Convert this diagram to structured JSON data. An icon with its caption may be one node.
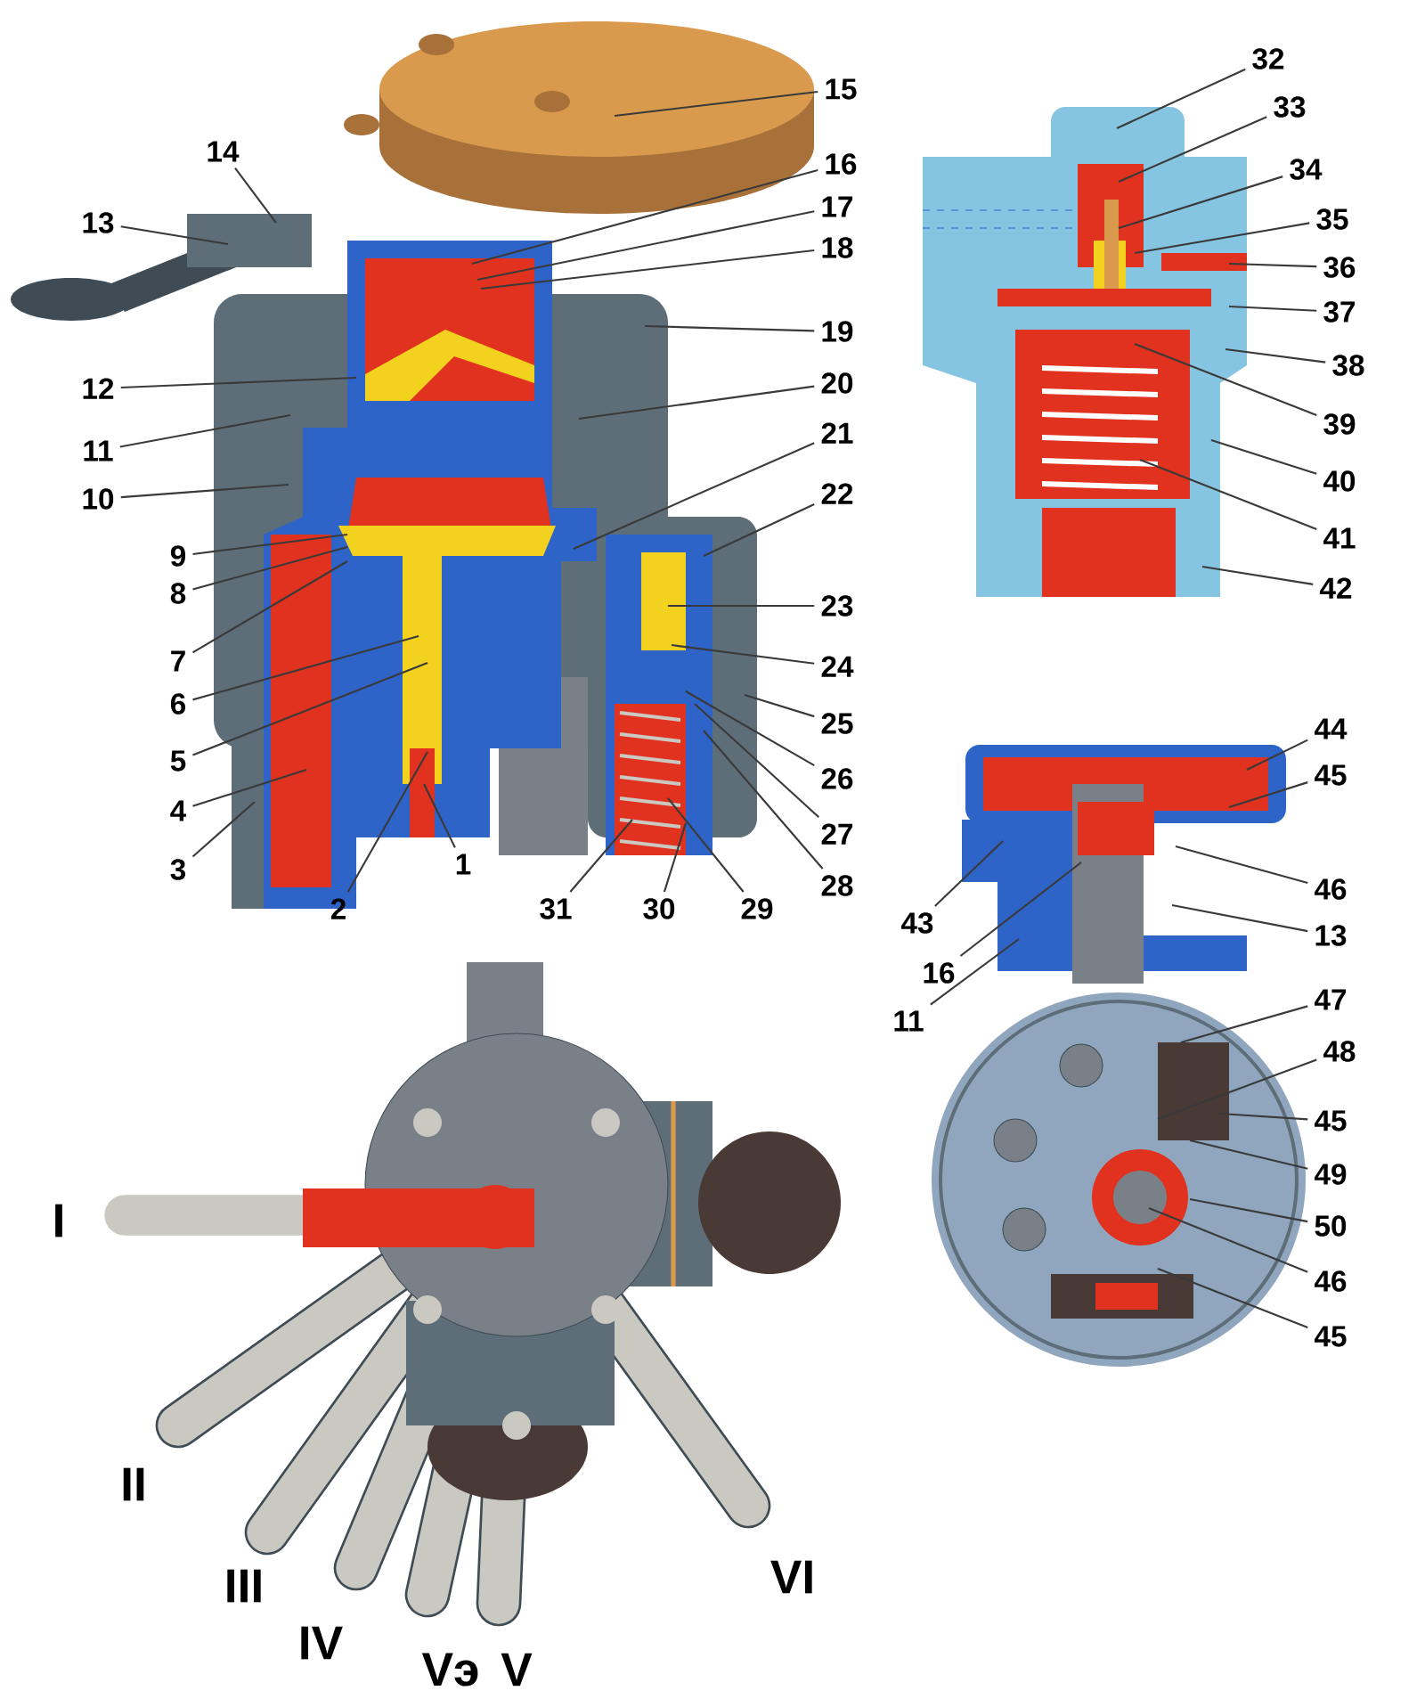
{
  "diagram": {
    "nodes": [
      {
        "text": [
          "15"
        ]
      },
      {
        "text": [
          "14"
        ]
      },
      {
        "text": [
          "16"
        ]
      },
      {
        "text": [
          "13"
        ]
      },
      {
        "text": [
          "17"
        ]
      },
      {
        "text": [
          "18"
        ]
      },
      {
        "text": [
          "19"
        ]
      },
      {
        "text": [
          "12"
        ]
      },
      {
        "text": [
          "20"
        ]
      },
      {
        "text": [
          "11"
        ]
      },
      {
        "text": [
          "21"
        ]
      },
      {
        "text": [
          "10"
        ]
      },
      {
        "text": [
          "22"
        ]
      },
      {
        "text": [
          "9"
        ]
      },
      {
        "text": [
          "8"
        ]
      },
      {
        "text": [
          "23"
        ]
      },
      {
        "text": [
          "7"
        ]
      },
      {
        "text": [
          "24"
        ]
      },
      {
        "text": [
          "6"
        ]
      },
      {
        "text": [
          "25"
        ]
      },
      {
        "text": [
          "5"
        ]
      },
      {
        "text": [
          "26"
        ]
      },
      {
        "text": [
          "4"
        ]
      },
      {
        "text": [
          "27"
        ]
      },
      {
        "text": [
          "3"
        ]
      },
      {
        "text": [
          "28"
        ]
      },
      {
        "text": [
          "1"
        ]
      },
      {
        "text": [
          "2"
        ]
      },
      {
        "text": [
          "31"
        ]
      },
      {
        "text": [
          "30"
        ]
      },
      {
        "text": [
          "29"
        ]
      },
      {
        "text": [
          "32"
        ]
      },
      {
        "text": [
          "33"
        ]
      },
      {
        "text": [
          "34"
        ]
      },
      {
        "text": [
          "35"
        ]
      },
      {
        "text": [
          "36"
        ]
      },
      {
        "text": [
          "37"
        ]
      },
      {
        "text": [
          "38"
        ]
      },
      {
        "text": [
          "39"
        ]
      },
      {
        "text": [
          "40"
        ]
      },
      {
        "text": [
          "41"
        ]
      },
      {
        "text": [
          "42"
        ]
      },
      {
        "text": [
          "44"
        ]
      },
      {
        "text": [
          "45"
        ]
      },
      {
        "text": [
          "46"
        ]
      },
      {
        "text": [
          "43"
        ]
      },
      {
        "text": [
          "13"
        ]
      },
      {
        "text": [
          "16"
        ]
      },
      {
        "text": [
          "11"
        ]
      },
      {
        "text": [
          "47"
        ]
      },
      {
        "text": [
          "48"
        ]
      },
      {
        "text": [
          "45"
        ]
      },
      {
        "text": [
          "49"
        ]
      },
      {
        "text": [
          "50"
        ]
      },
      {
        "text": [
          "46"
        ]
      },
      {
        "text": [
          "45"
        ]
      }
    ],
    "edges": [
      {
        "from": 0,
        "to": null,
        "arrow": "none"
      },
      {
        "from": 1,
        "to": null,
        "arrow": "none"
      },
      {
        "from": 2,
        "to": null,
        "arrow": "none"
      },
      {
        "from": 3,
        "to": null,
        "arrow": "none"
      },
      {
        "from": 4,
        "to": null,
        "arrow": "none"
      },
      {
        "from": 5,
        "to": null,
        "arrow": "none"
      },
      {
        "from": 6,
        "to": null,
        "arrow": "none"
      },
      {
        "from": 7,
        "to": null,
        "arrow": "none"
      },
      {
        "from": 8,
        "to": null,
        "arrow": "none"
      },
      {
        "from": 9,
        "to": null,
        "arrow": "none"
      },
      {
        "from": 10,
        "to": null,
        "arrow": "none"
      },
      {
        "from": 11,
        "to": null,
        "arrow": "none"
      },
      {
        "from": 12,
        "to": null,
        "arrow": "none"
      },
      {
        "from": 13,
        "to": null,
        "arrow": "none"
      },
      {
        "from": 14,
        "to": null,
        "arrow": "none"
      },
      {
        "from": 15,
        "to": null,
        "arrow": "none"
      },
      {
        "from": 16,
        "to": null,
        "arrow": "none"
      },
      {
        "from": 17,
        "to": null,
        "arrow": "none"
      },
      {
        "from": 18,
        "to": null,
        "arrow": "none"
      },
      {
        "from": 19,
        "to": null,
        "arrow": "none"
      },
      {
        "from": 20,
        "to": null,
        "arrow": "none"
      },
      {
        "from": 21,
        "to": null,
        "arrow": "none"
      },
      {
        "from": 22,
        "to": null,
        "arrow": "none"
      },
      {
        "from": 23,
        "to": null,
        "arrow": "none"
      },
      {
        "from": 24,
        "to": null,
        "arrow": "none"
      },
      {
        "from": 25,
        "to": null,
        "arrow": "none"
      },
      {
        "from": 26,
        "to": null,
        "arrow": "none"
      },
      {
        "from": 27,
        "to": null,
        "arrow": "none"
      },
      {
        "from": 28,
        "to": null,
        "arrow": "none"
      },
      {
        "from": 29,
        "to": null,
        "arrow": "none"
      },
      {
        "from": 30,
        "to": null,
        "arrow": "none"
      },
      {
        "from": 31,
        "to": null,
        "arrow": "none"
      },
      {
        "from": 32,
        "to": null,
        "arrow": "none"
      },
      {
        "from": 33,
        "to": null,
        "arrow": "none"
      },
      {
        "from": 34,
        "to": null,
        "arrow": "none"
      },
      {
        "from": 35,
        "to": null,
        "arrow": "none"
      },
      {
        "from": 36,
        "to": null,
        "arrow": "none"
      },
      {
        "from": 37,
        "to": null,
        "arrow": "none"
      },
      {
        "from": 38,
        "to": null,
        "arrow": "none"
      },
      {
        "from": 39,
        "to": null,
        "arrow": "none"
      },
      {
        "from": 40,
        "to": null,
        "arrow": "none"
      },
      {
        "from": 41,
        "to": null,
        "arrow": "none"
      },
      {
        "from": 42,
        "to": null,
        "arrow": "none"
      },
      {
        "from": 43,
        "to": null,
        "arrow": "none"
      },
      {
        "from": 44,
        "to": null,
        "arrow": "none"
      },
      {
        "from": 45,
        "to": null,
        "arrow": "none"
      },
      {
        "from": 46,
        "to": null,
        "arrow": "none"
      },
      {
        "from": 47,
        "to": null,
        "arrow": "none"
      },
      {
        "from": 48,
        "to": null,
        "arrow": "none"
      },
      {
        "from": 49,
        "to": null,
        "arrow": "none"
      },
      {
        "from": 50,
        "to": null,
        "arrow": "none"
      },
      {
        "from": 51,
        "to": null,
        "arrow": "none"
      },
      {
        "from": 52,
        "to": null,
        "arrow": "none"
      },
      {
        "from": 53,
        "to": null,
        "arrow": "none"
      },
      {
        "from": 54,
        "to": null,
        "arrow": "none"
      },
      {
        "from": 55,
        "to": null,
        "arrow": "none"
      }
    ],
    "labels": [
      "I",
      "II",
      "III",
      "IV",
      "Vэ",
      "V",
      "VI"
    ]
  }
}
